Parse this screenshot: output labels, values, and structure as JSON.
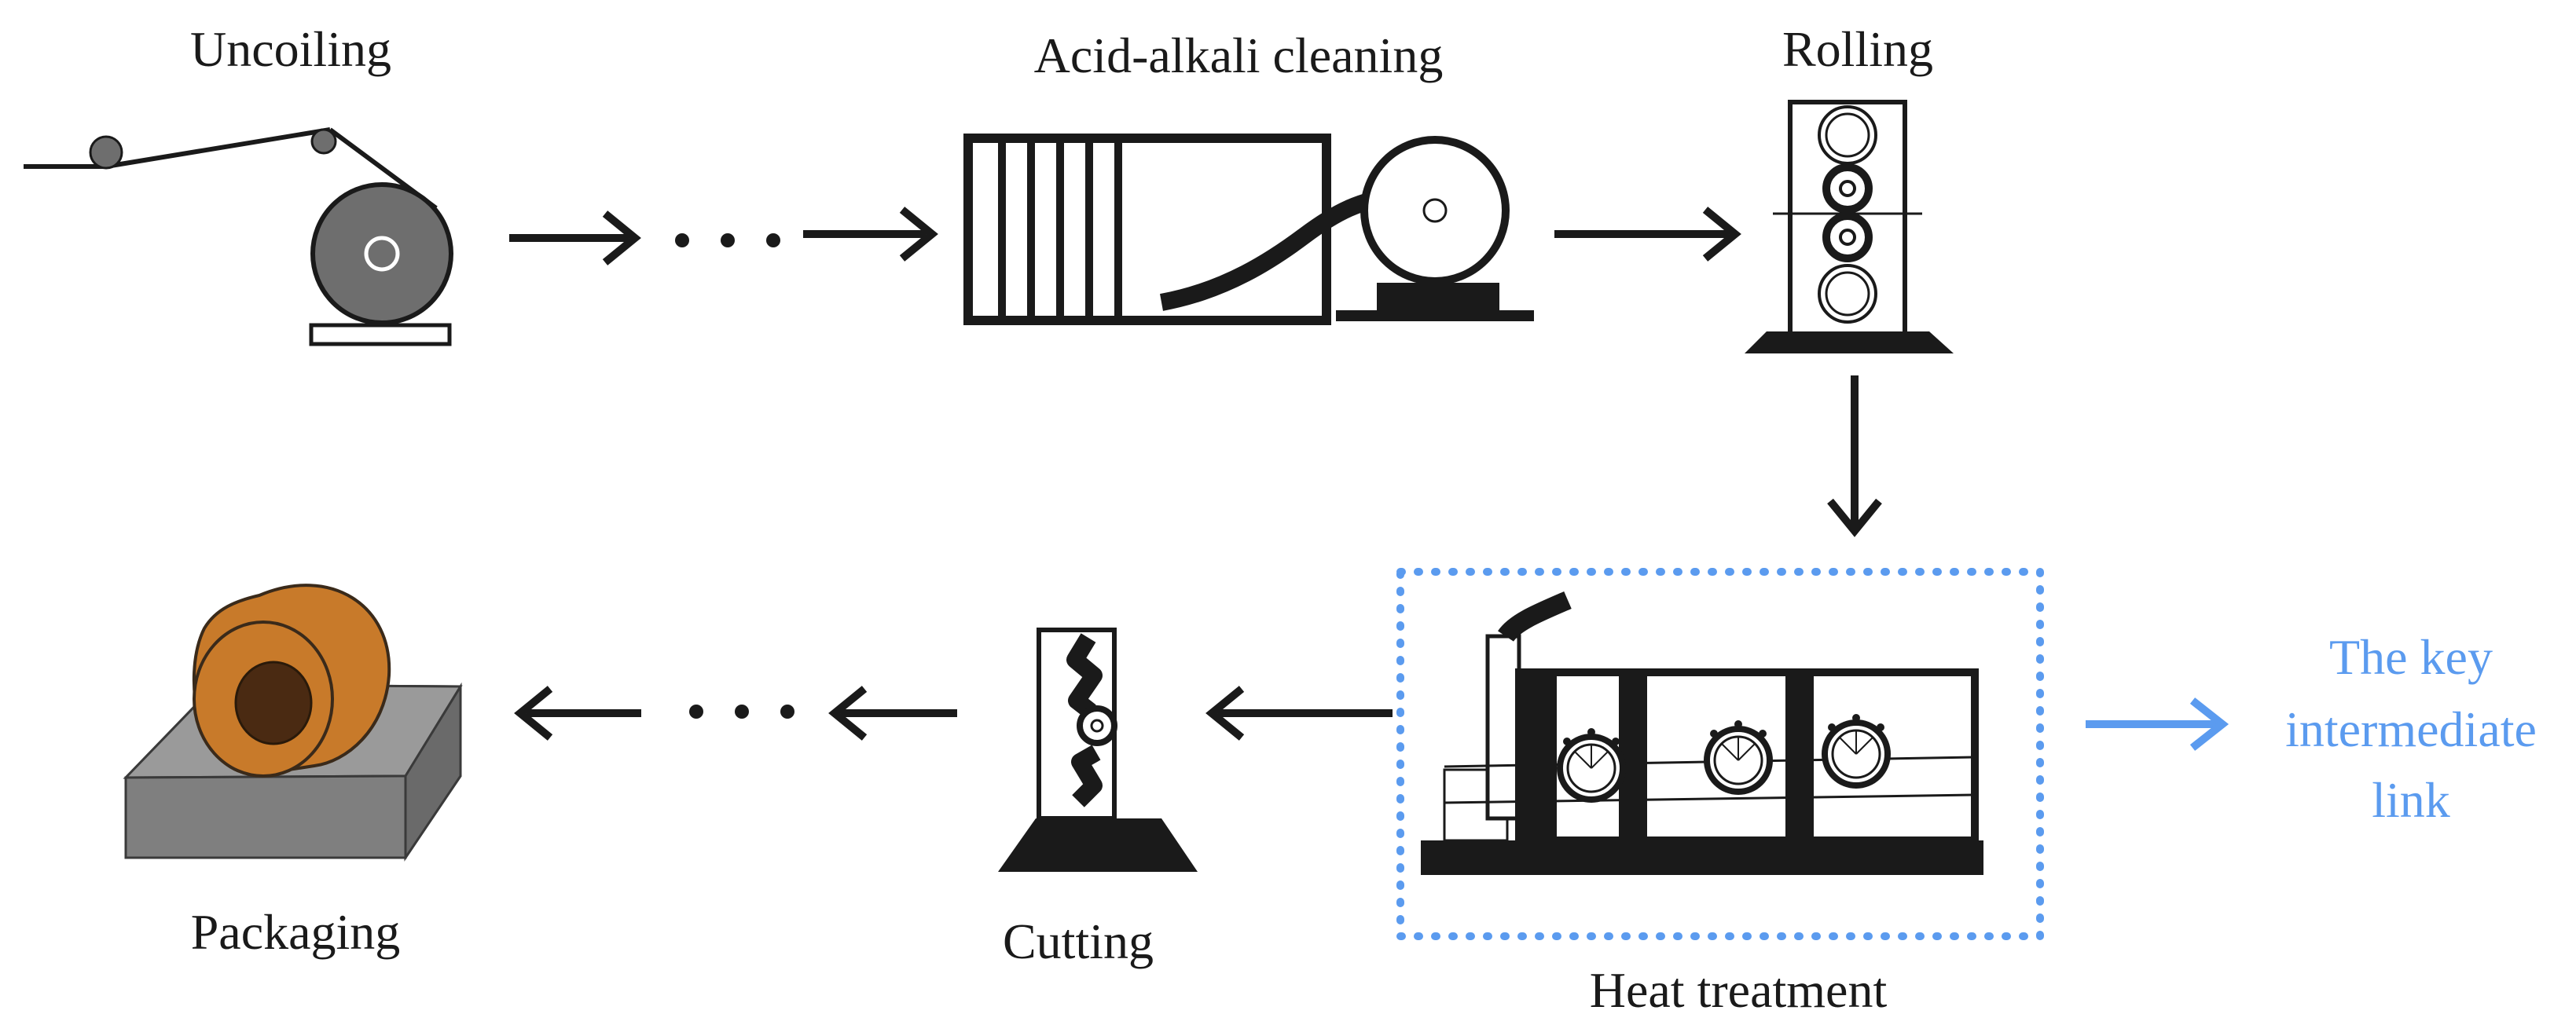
{
  "stages": {
    "uncoiling": "Uncoiling",
    "cleaning": "Acid-alkali cleaning",
    "rolling": "Rolling",
    "heat_treatment": "Heat treatment",
    "cutting": "Cutting",
    "packaging": "Packaging"
  },
  "annotation": {
    "line1": "The key",
    "line2": "intermediate",
    "line3": "link"
  },
  "colors": {
    "ink": "#1a1a1a",
    "accent": "#5b9bef",
    "coil_fill": "#6e6e6e",
    "package_box": "#8c8c8c",
    "package_coil": "#c87a2a",
    "package_hole": "#4a2a12"
  }
}
